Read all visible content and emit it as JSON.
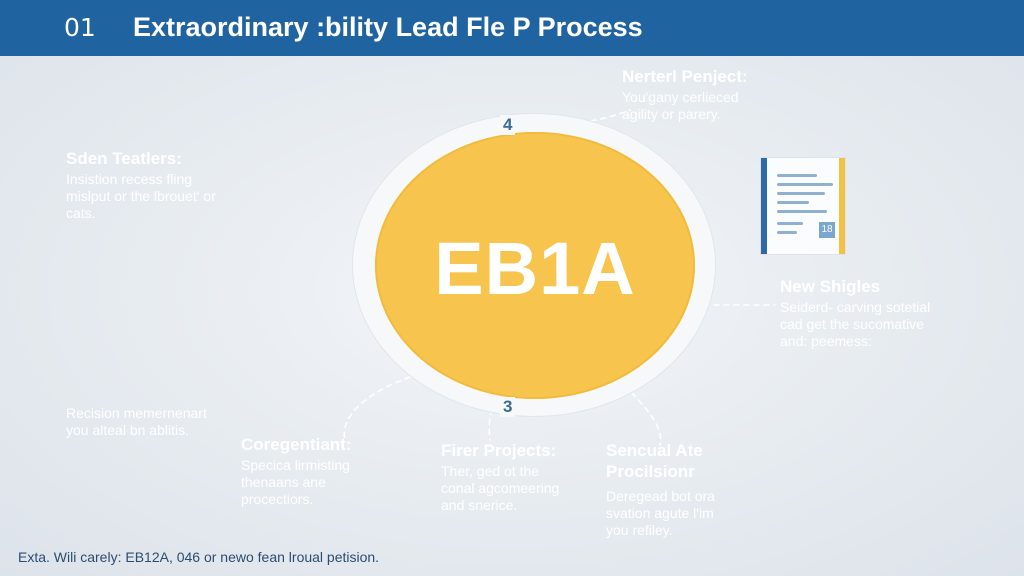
{
  "header": {
    "number": "01",
    "title": "Extraordinary :bility Lead Fle P Process"
  },
  "center": {
    "label": "EB1A",
    "marker_top": "4",
    "marker_bottom": "3"
  },
  "blocks": {
    "top_right": {
      "heading": "Nerterl Penject:",
      "lines": [
        "You'gany cerlieced",
        "agility or parery."
      ]
    },
    "left_top": {
      "heading": "Sden Teatlers:",
      "lines": [
        "Insistion recess fling",
        "mislput or the lbrouet' or",
        "cats."
      ]
    },
    "right_mid": {
      "heading": "New Shigles",
      "lines": [
        "Seiderd- carving sotetial",
        "cad get the sucomative",
        "and: peemess:"
      ]
    },
    "left_bottom": {
      "heading": "",
      "lines": [
        "Recision memernenart",
        "you alteal bn ablitis."
      ]
    },
    "bottom_1": {
      "heading": "Coregentiant:",
      "lines": [
        "Specica lirmisting",
        "thenaans ane",
        "procectiors."
      ]
    },
    "bottom_2": {
      "heading": "Firer Projects:",
      "lines": [
        "Ther, ged ot the",
        "conal agcomeering",
        "and snerice."
      ]
    },
    "bottom_3": {
      "heading_lines": [
        "Sencual Ate",
        "Procilsionr"
      ],
      "lines": [
        "Deregead bot ora",
        "svation agute l'im",
        "you refiley."
      ]
    }
  },
  "document_icon": {
    "name": "document-icon",
    "badge": "18"
  },
  "footer": {
    "text": "Exta. Wili carely: EB12A, 046 or newo fean lroual petision."
  },
  "colors": {
    "header_bg": "#1f63a0",
    "core": "#f7c54e",
    "background": "#e4e9ee",
    "marker": "#3a6b99"
  }
}
